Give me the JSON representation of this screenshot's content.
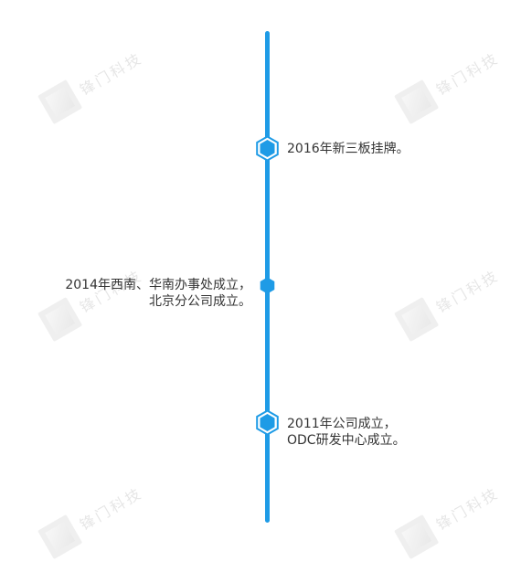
{
  "timeline": {
    "line_color": "#1e9be6",
    "events": [
      {
        "lines": [
          "2016年新三板挂牌。"
        ],
        "side": "right"
      },
      {
        "lines": [
          "2014年西南、华南办事处成立，",
          "北京分公司成立。"
        ],
        "side": "left"
      },
      {
        "lines": [
          "2011年公司成立，",
          "ODC研发中心成立。"
        ],
        "side": "right"
      }
    ]
  },
  "watermark": {
    "text": "锋门科技"
  }
}
